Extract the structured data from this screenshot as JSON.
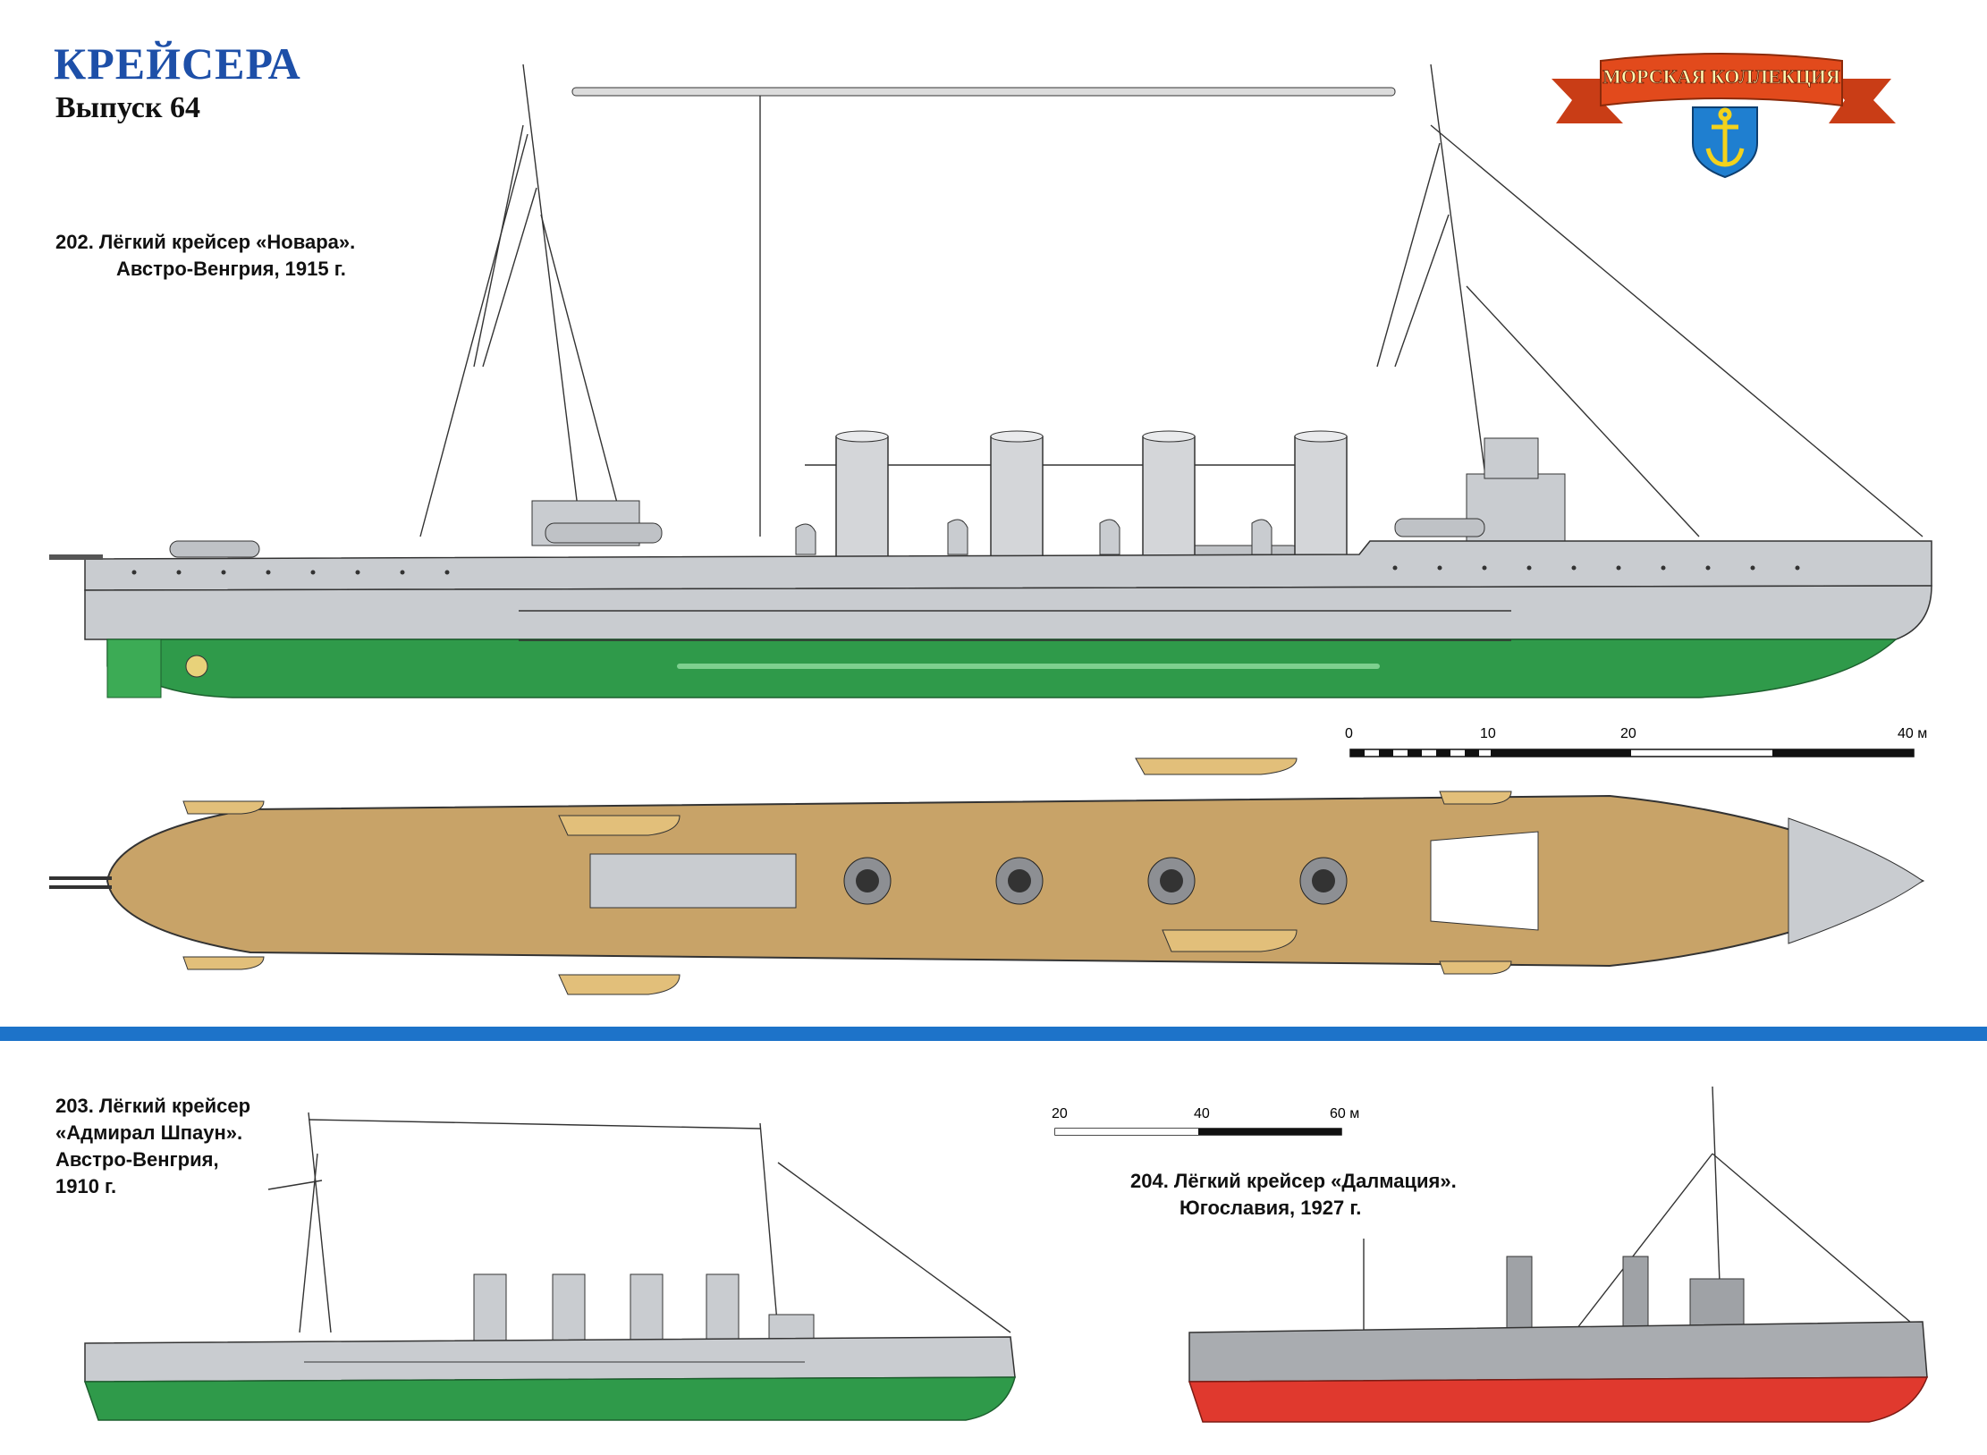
{
  "header": {
    "series_title": "КРЕЙСЕРА",
    "issue": "Выпуск 64"
  },
  "logo": {
    "text": "МОРСКАЯ КОЛЛЕКЦИЯ",
    "icon": "anchor-icon",
    "ribbon_color": "#e24a1c",
    "shield_color": "#1f7fd0"
  },
  "ships": [
    {
      "caption_line1": "202. Лёгкий крейсер «Новара».",
      "caption_line2": "Австро-Венгрия, 1915 г."
    },
    {
      "caption_line1": "203. Лёгкий крейсер",
      "caption_line2": "«Адмирал  Шпаун».",
      "caption_line3": "Австро-Венгрия,",
      "caption_line4": "1910 г."
    },
    {
      "caption_line1": "204. Лёгкий крейсер «Далмация».",
      "caption_line2": "Югославия, 1927 г."
    }
  ],
  "scales": {
    "top": {
      "t0": "0",
      "t1": "10",
      "t2": "20",
      "t3": "40 м"
    },
    "bottom": {
      "t0": "20",
      "t1": "40",
      "t2": "60 м"
    }
  },
  "colors": {
    "hull_grey": "#c9ccd0",
    "hull_green": "#2f9a4a",
    "hull_red": "#e0392e",
    "deck": "#c8a368",
    "divider": "#1d73c9"
  }
}
